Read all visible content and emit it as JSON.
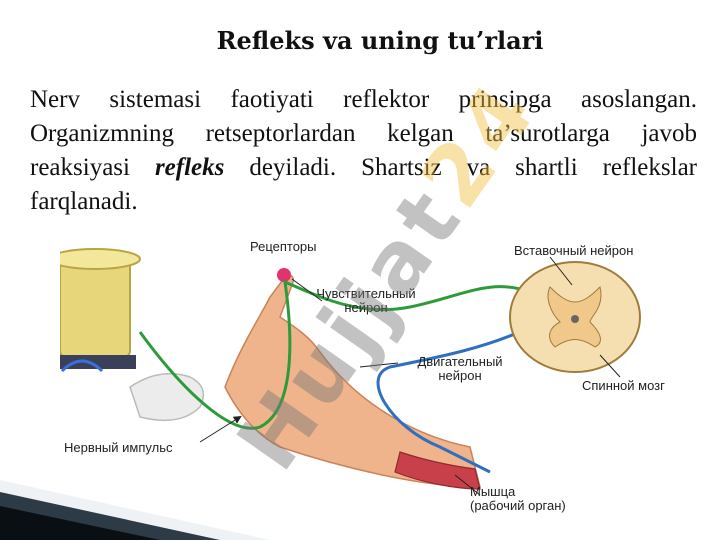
{
  "slide": {
    "title": "Refleks va uning tu’rlari",
    "paragraph": {
      "before": "Nerv sistemasi faotiyati reflektor prinsipga asoslangan. Organizmning retseptorlardan kelgan ta’surotlarga javob reaksiyasi ",
      "emphasis": "refleks",
      "after": " deyiladi. Shartsiz va shartli reflekslar farqlanadi."
    }
  },
  "figure": {
    "labels": {
      "receptors": "Рецепторы",
      "sensory_neuron_1": "Чувствительный",
      "sensory_neuron_2": "нейрон",
      "interneuron": "Вставочный нейрон",
      "motor_neuron_1": "Двигательный",
      "motor_neuron_2": "нейрон",
      "spinal_cord": "Спинной мозг",
      "nerve_impulse": "Нервный импульс",
      "muscle_1": "Мышца",
      "muscle_2": "(рабочий орган)"
    }
  },
  "watermark": {
    "text_a": "Hujjat",
    "text_b": "24"
  },
  "colors": {
    "sensory": "#2e9b3a",
    "motor": "#2f6fbf",
    "skin": "#f0b48c",
    "muscle": "#c8414a",
    "spinal_cord": "#f5deb0",
    "pot": "#e8d77a"
  }
}
